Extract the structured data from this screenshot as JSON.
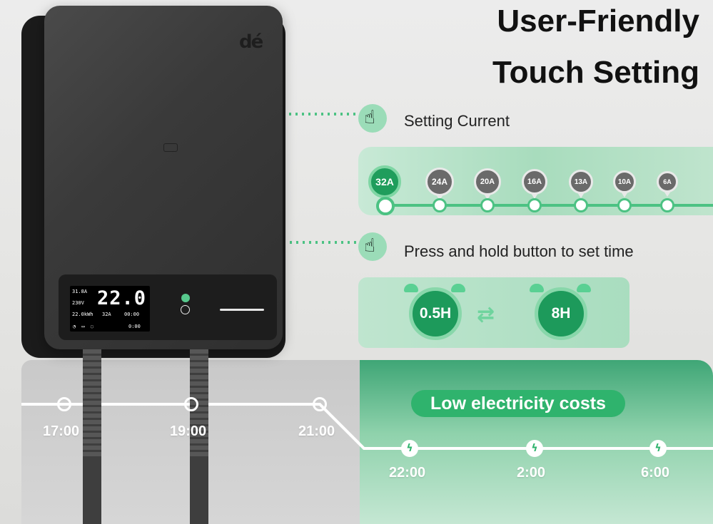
{
  "headline": {
    "line1": "User-Friendly",
    "line2": "Touch Setting"
  },
  "device": {
    "logo": "dé",
    "display": {
      "big_value": "22.0",
      "voltage_current": "31.8A",
      "voltage": "230V",
      "energy": "22.0kWh",
      "set_current": "32A",
      "timer_small": "00:00",
      "timer_main": "0:00"
    }
  },
  "setting_current": {
    "label": "Setting Current",
    "options": [
      "32A",
      "24A",
      "20A",
      "16A",
      "13A",
      "10A",
      "6A"
    ],
    "selected": "32A"
  },
  "timer": {
    "label": "Press and hold button to set time",
    "min": "0.5H",
    "max": "8H",
    "swap_icon": "swap-arrows-icon"
  },
  "schedule": {
    "badge": "Low electricity costs",
    "gray_times": [
      "17:00",
      "19:00",
      "21:00"
    ],
    "green_times": [
      "22:00",
      "2:00",
      "6:00"
    ],
    "bolt_icon": "lightning-bolt-icon"
  },
  "colors": {
    "accent": "#2fb36d",
    "accent_light": "#a8dcbd",
    "device": "#3a3a3a"
  }
}
